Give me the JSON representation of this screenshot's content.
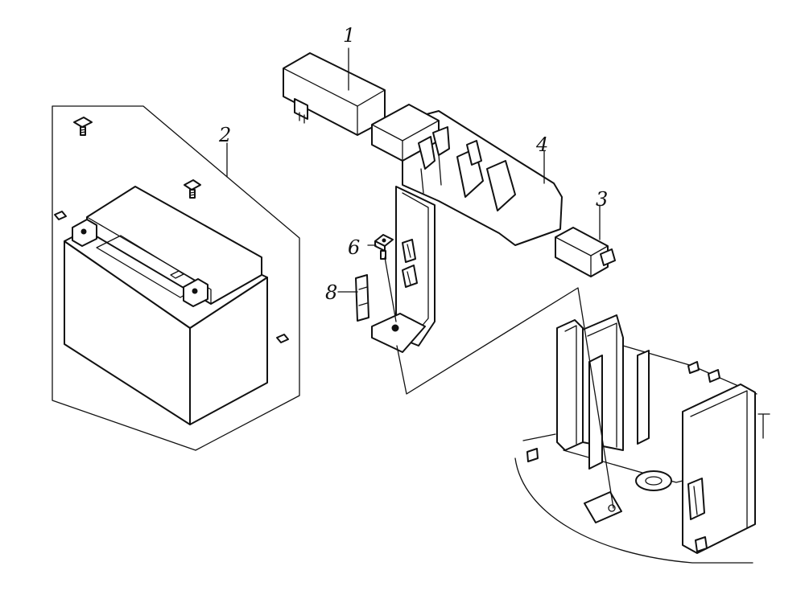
{
  "callouts": {
    "part_1": "1",
    "part_2": "2",
    "part_3": "3",
    "part_4": "4",
    "part_6": "6",
    "part_8": "8"
  },
  "colors": {
    "ink": "#111111",
    "paper": "#ffffff"
  }
}
